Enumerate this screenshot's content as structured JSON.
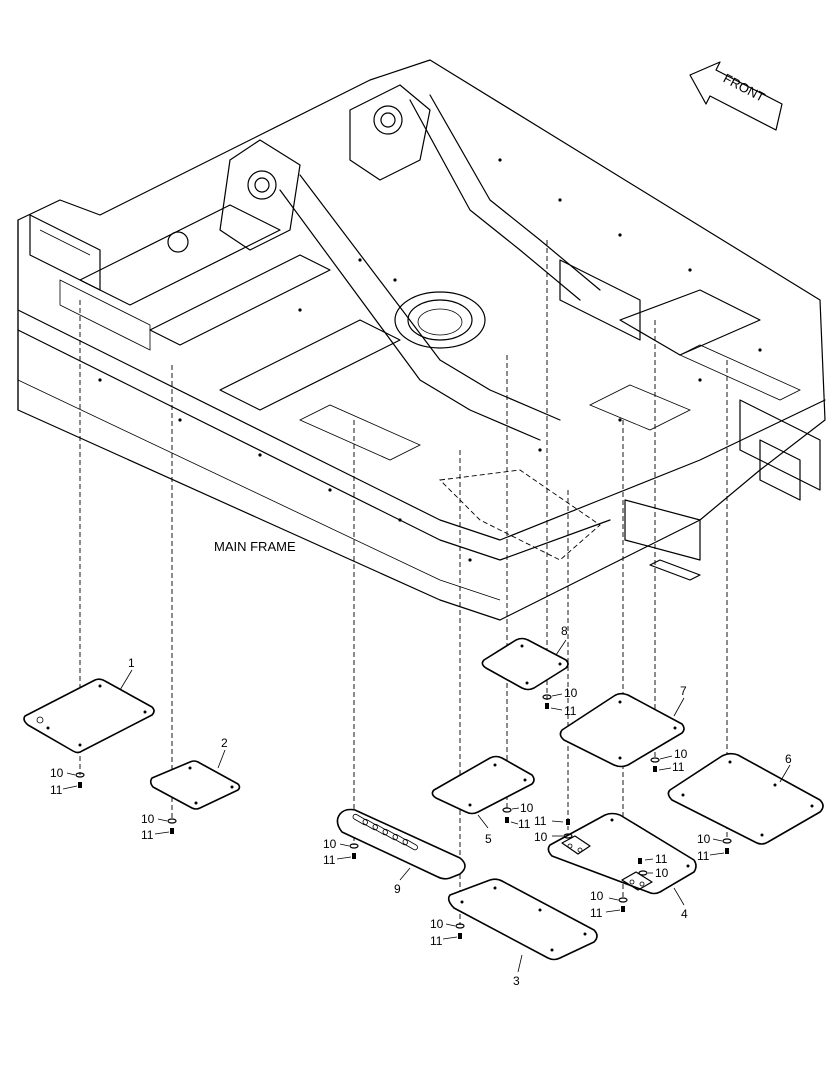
{
  "labels": {
    "main_frame": "MAIN FRAME",
    "front": "FRONT"
  },
  "parts": {
    "p1": "1",
    "p2": "2",
    "p3": "3",
    "p4": "4",
    "p5": "5",
    "p6": "6",
    "p7": "7",
    "p8": "8",
    "p9": "9"
  },
  "fasteners": {
    "washer": "10",
    "bolt": "11"
  }
}
